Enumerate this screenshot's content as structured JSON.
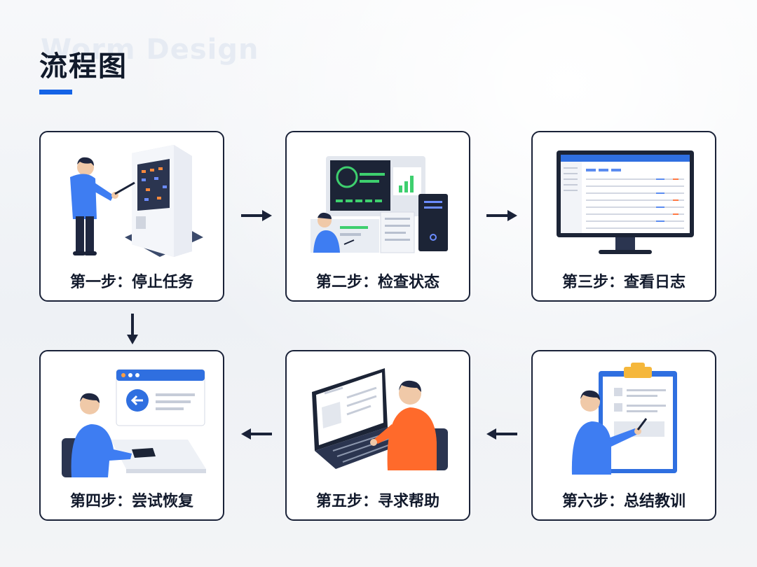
{
  "header": {
    "title": "流程图",
    "watermark": "Worm Design"
  },
  "steps": [
    {
      "label": "第一步：停止任务"
    },
    {
      "label": "第二步：检查状态"
    },
    {
      "label": "第三步：查看日志"
    },
    {
      "label": "第四步：尝试恢复"
    },
    {
      "label": "第五步：寻求帮助"
    },
    {
      "label": "第六步：总结教训"
    }
  ],
  "colors": {
    "accent": "#1463e6",
    "dark": "#1a2238",
    "orange": "#ff6a2b",
    "green": "#3ecf6e",
    "yellow": "#f5b73b"
  }
}
